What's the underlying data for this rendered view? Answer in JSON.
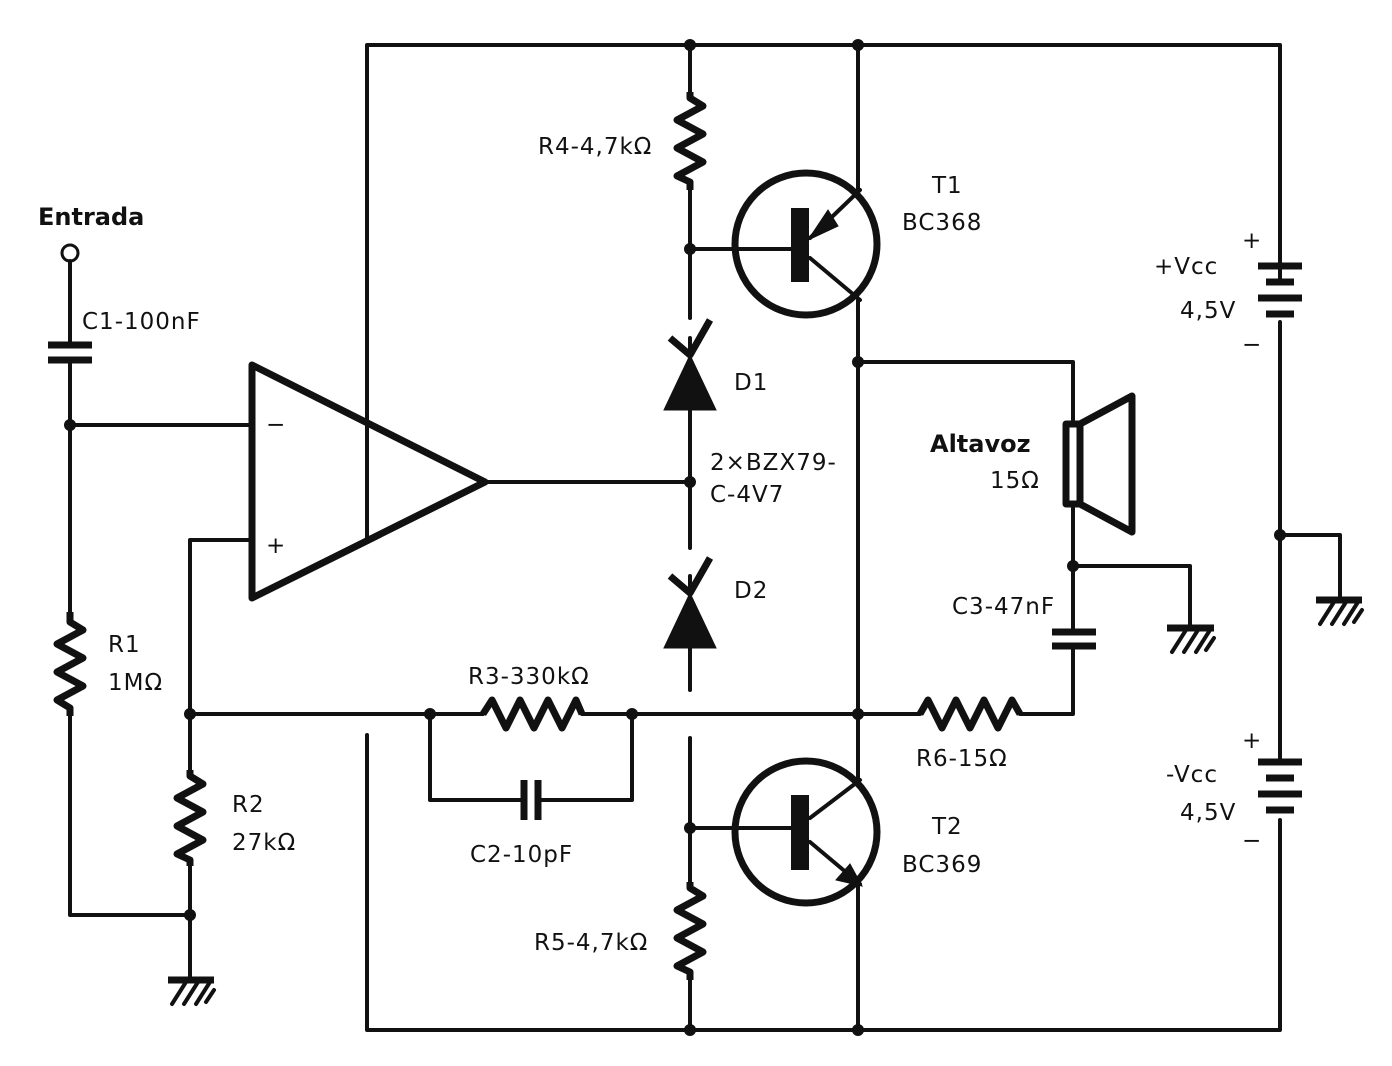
{
  "labels": {
    "input": "Entrada",
    "c1": "C1-100nF",
    "r1_name": "R1",
    "r1_value": "1MΩ",
    "r2_name": "R2",
    "r2_value": "27kΩ",
    "r3": "R3-330kΩ",
    "c2": "C2-10pF",
    "r4": "R4-4,7kΩ",
    "r5": "R5-4,7kΩ",
    "d1": "D1",
    "d2": "D2",
    "zener_line1": "2×BZX79-",
    "zener_line2": "C-4V7",
    "t1_name": "T1",
    "t1_part": "BC368",
    "t2_name": "T2",
    "t2_part": "BC369",
    "speaker_name": "Altavoz",
    "speaker_value": "15Ω",
    "c3": "C3-47nF",
    "r6": "R6-15Ω",
    "vcc_pos": "+Vcc",
    "vcc_pos_value": "4,5V",
    "vcc_neg": "-Vcc",
    "vcc_neg_value": "4,5V",
    "opamp_minus": "−",
    "opamp_plus": "+",
    "batt1_plus": "+",
    "batt1_minus": "−",
    "batt2_plus": "+",
    "batt2_minus": "−"
  },
  "colors": {
    "ink": "#111111",
    "paper": "#ffffff"
  }
}
